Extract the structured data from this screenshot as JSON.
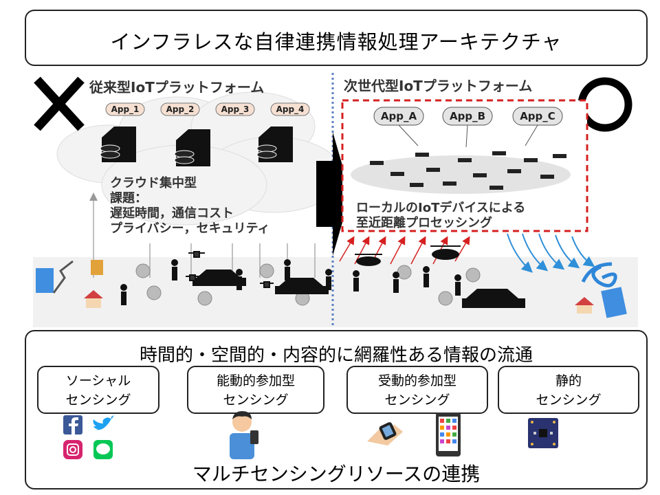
{
  "title": "インフラレスな自律連携情報処理アーキテクチャ",
  "legacy": {
    "heading": "従来型IoTプラットフォーム",
    "mark": "✕",
    "apps": [
      "App_1",
      "App_2",
      "App_3",
      "App_4"
    ],
    "cloud_label": "クラウド集中型",
    "issues_label": "課題：",
    "issue_1": "遅延時間，通信コスト",
    "issue_2": "プライバシー，セキュリティ"
  },
  "next_gen": {
    "heading": "次世代型IoTプラットフォーム",
    "mark": "○",
    "apps": [
      "App_A",
      "App_B",
      "App_C"
    ],
    "local_1": "ローカルのIoTデバイスによる",
    "local_2": "至近距離プロセッシング"
  },
  "flow": {
    "title": "時間的・空間的・内容的に網羅性ある情報の流通",
    "categories": [
      {
        "line1": "ソーシャル",
        "line2": "センシング"
      },
      {
        "line1": "能動的参加型",
        "line2": "センシング"
      },
      {
        "line1": "受動的参加型",
        "line2": "センシング"
      },
      {
        "line1": "静的",
        "line2": "センシング"
      }
    ],
    "footer": "マルチセンシングリソースの連携"
  },
  "colors": {
    "accent_red": "#d62020",
    "divider_blue": "#5b7fc2",
    "arrow_blue": "#2f8fd8"
  }
}
